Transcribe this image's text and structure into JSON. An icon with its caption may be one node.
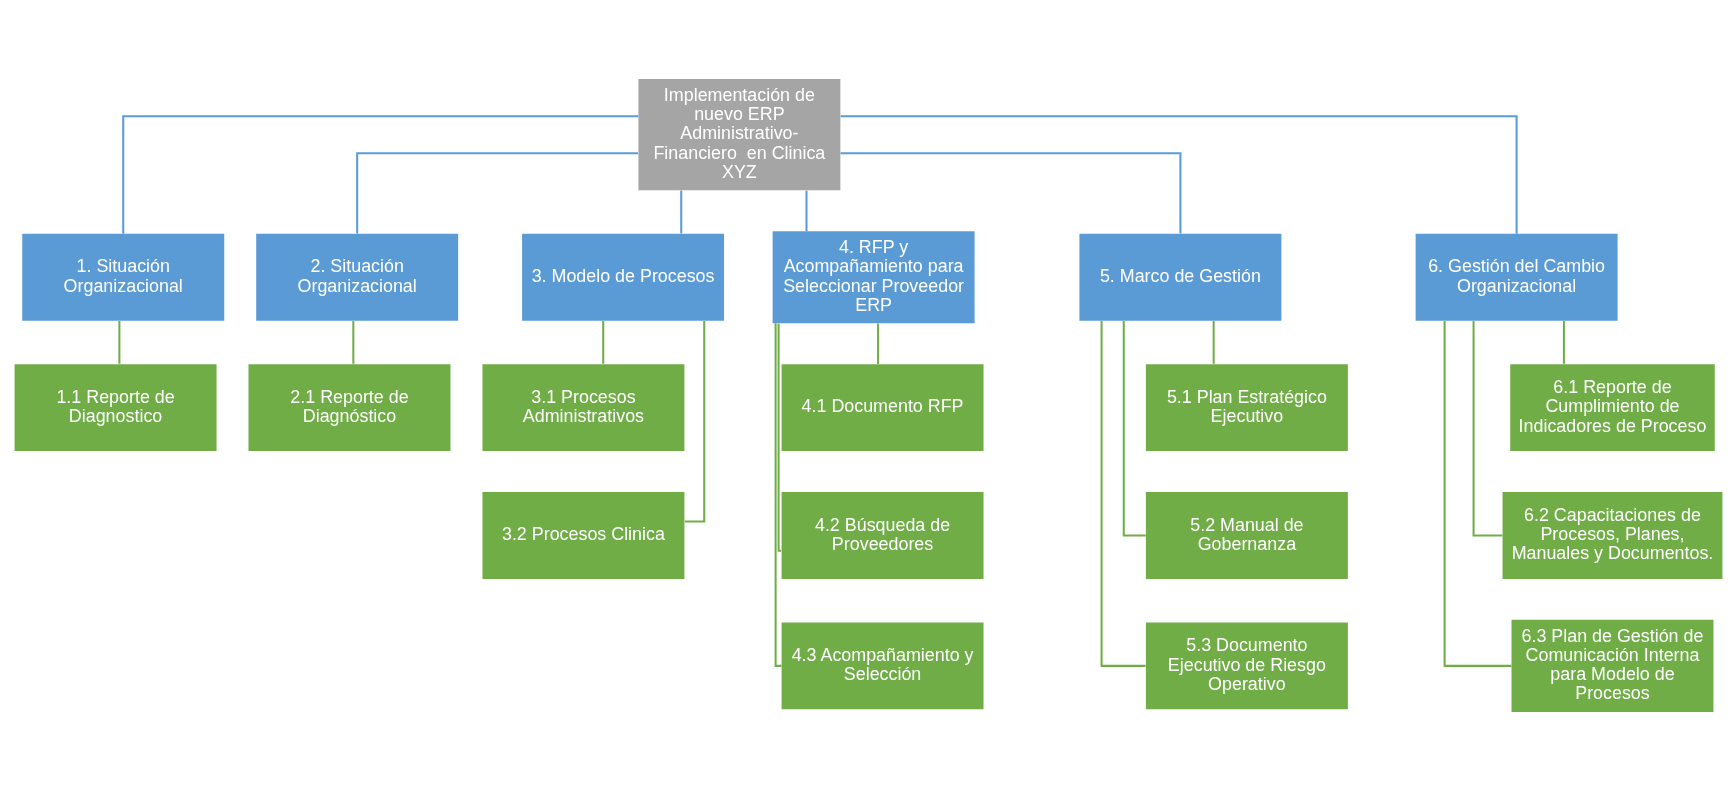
{
  "diagram": {
    "nodes": [
      {
        "text": [
          "Implementación de nuevo ERP Administrativo-Financiero  en Clinica XYZ"
        ]
      },
      {
        "text": [
          "1. Situación Organizacional"
        ]
      },
      {
        "text": [
          "2. Situación Organizacional"
        ]
      },
      {
        "text": [
          "3. Modelo de Procesos"
        ]
      },
      {
        "text": [
          "4. RFP y Acompañamiento para Seleccionar Proveedor ERP"
        ]
      },
      {
        "text": [
          "5. Marco de Gestión"
        ]
      },
      {
        "text": [
          "6. Gestión del Cambio Organizacional"
        ]
      },
      {
        "text": [
          "1.1 Reporte de Diagnostico"
        ]
      },
      {
        "text": [
          "2.1 Reporte de Diagnóstico"
        ]
      },
      {
        "text": [
          "3.1 Procesos Administrativos"
        ]
      },
      {
        "text": [
          "3.2 Procesos Clinica"
        ]
      },
      {
        "text": [
          "4.1 Documento RFP"
        ]
      },
      {
        "text": [
          "4.2 Búsqueda de Proveedores"
        ]
      },
      {
        "text": [
          "4.3 Acompañamiento y Selección"
        ]
      },
      {
        "text": [
          "5.1 Plan Estratégico Ejecutivo"
        ]
      },
      {
        "text": [
          "5.2 Manual de Gobernanza"
        ]
      },
      {
        "text": [
          "5.3 Documento Ejecutivo de Riesgo Operativo"
        ]
      },
      {
        "text": [
          "6.1 Reporte de Cumplimiento de Indicadores de Proceso"
        ]
      },
      {
        "text": [
          "6.2 Capacitaciones de Procesos, Planes, Manuales y Documentos."
        ]
      },
      {
        "text": [
          "6.3 Plan de Gestión de Comunicación Interna para Modelo de Procesos"
        ]
      }
    ],
    "edges": [
      {
        "from": 0,
        "to": 1,
        "arrow": "none",
        "color": "#5b9bd5"
      },
      {
        "from": 0,
        "to": 2,
        "arrow": "none",
        "color": "#5b9bd5"
      },
      {
        "from": 0,
        "to": 3,
        "arrow": "none",
        "color": "#5b9bd5"
      },
      {
        "from": 0,
        "to": 4,
        "arrow": "none",
        "color": "#5b9bd5"
      },
      {
        "from": 0,
        "to": 5,
        "arrow": "none",
        "color": "#5b9bd5"
      },
      {
        "from": 0,
        "to": 6,
        "arrow": "none",
        "color": "#5b9bd5"
      },
      {
        "from": 1,
        "to": 7,
        "arrow": "none"
      },
      {
        "from": 2,
        "to": 8,
        "arrow": "none"
      },
      {
        "from": 3,
        "to": 9,
        "arrow": "none"
      },
      {
        "from": 3,
        "to": 10,
        "arrow": "none"
      },
      {
        "from": 4,
        "to": 11,
        "arrow": "none"
      },
      {
        "from": 4,
        "to": 12,
        "arrow": "none"
      },
      {
        "from": 4,
        "to": 13,
        "arrow": "none"
      },
      {
        "from": 5,
        "to": 14,
        "arrow": "none"
      },
      {
        "from": 5,
        "to": 15,
        "arrow": "none"
      },
      {
        "from": 5,
        "to": 16,
        "arrow": "none"
      },
      {
        "from": 6,
        "to": 17,
        "arrow": "none"
      },
      {
        "from": 6,
        "to": 18,
        "arrow": "none"
      },
      {
        "from": 6,
        "to": 19,
        "arrow": "none"
      }
    ]
  }
}
